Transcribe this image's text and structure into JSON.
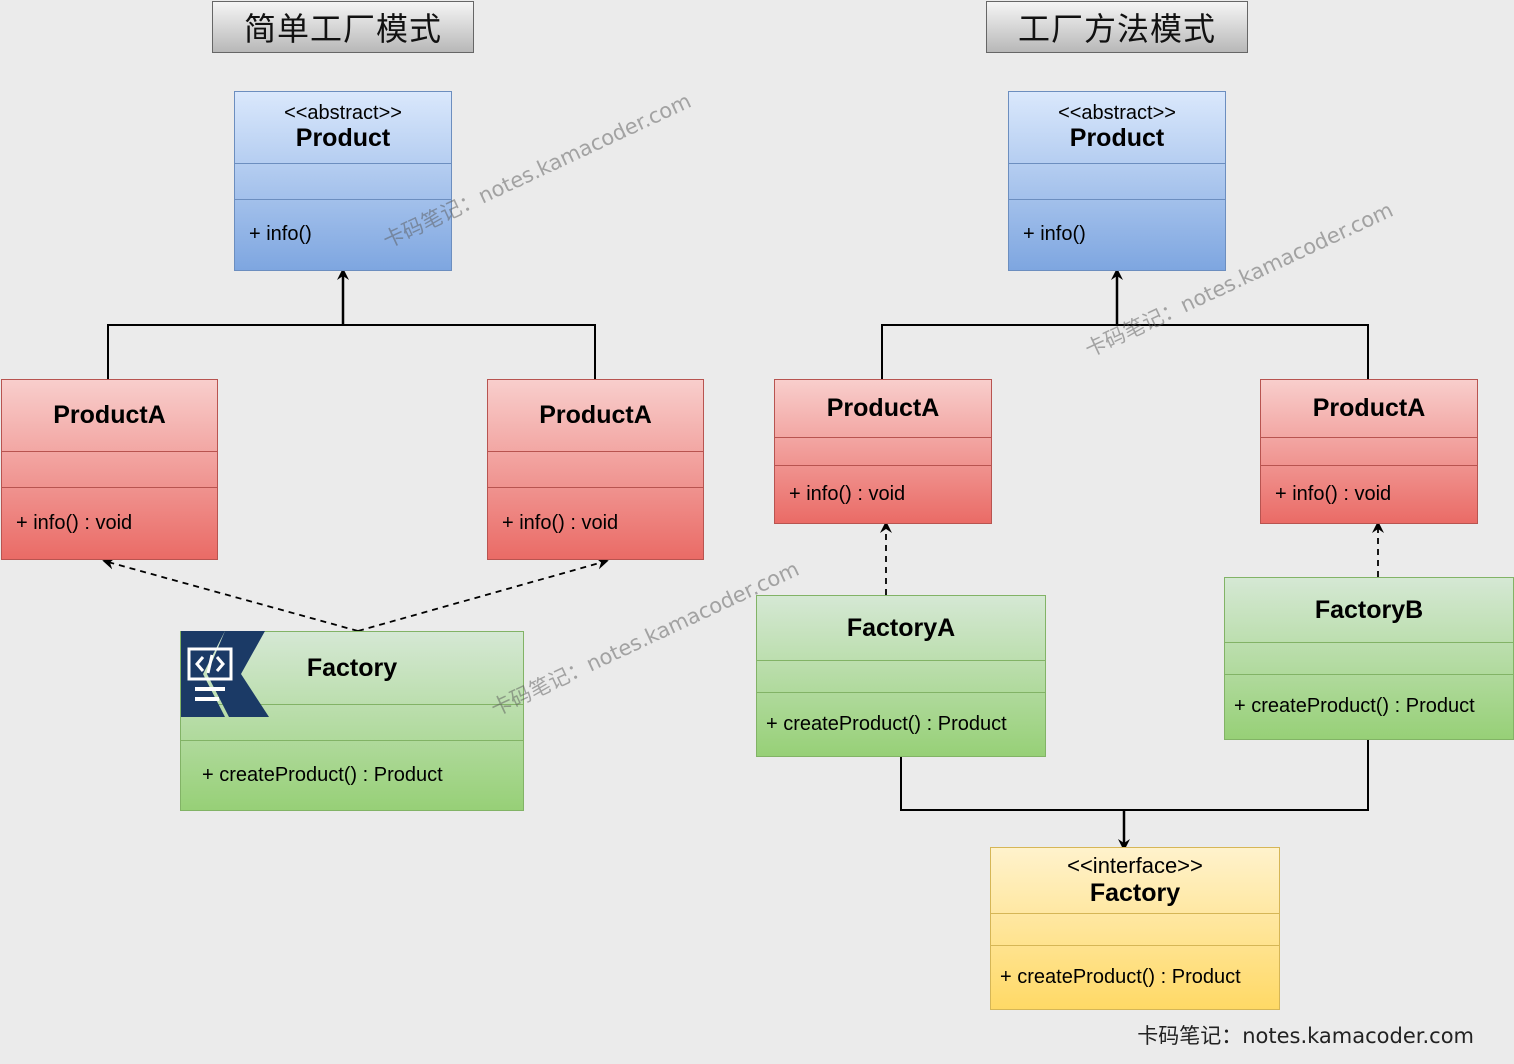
{
  "titles": {
    "simple_factory": "简单工厂模式",
    "factory_method": "工厂方法模式"
  },
  "left": {
    "product": {
      "stereotype": "<<abstract>>",
      "name": "Product",
      "op": "+ info()"
    },
    "product_a1": {
      "name": "ProductA",
      "op": "+ info() : void"
    },
    "product_a2": {
      "name": "ProductA",
      "op": "+ info() : void"
    },
    "factory": {
      "name": "Factory",
      "op": "+ createProduct() : Product"
    }
  },
  "right": {
    "product": {
      "stereotype": "<<abstract>>",
      "name": "Product",
      "op": "+ info()"
    },
    "product_a1": {
      "name": "ProductA",
      "op": "+ info() : void"
    },
    "product_a2": {
      "name": "ProductA",
      "op": "+ info() : void"
    },
    "factory_a": {
      "name": "FactoryA",
      "op": "+ createProduct() : Product"
    },
    "factory_b": {
      "name": "FactoryB",
      "op": "+ createProduct() : Product"
    },
    "factory_interface": {
      "stereotype": "<<interface>>",
      "name": "Factory",
      "op": "+ createProduct() : Product"
    }
  },
  "watermark": "卡码笔记：notes.kamacoder.com",
  "footer": "卡码笔记：notes.kamacoder.com",
  "colors": {
    "blue_border": "#6c8ebf",
    "red_border": "#b85450",
    "green_border": "#82b366",
    "yellow_border": "#d6b656",
    "logo_navy": "#1b3a66"
  }
}
